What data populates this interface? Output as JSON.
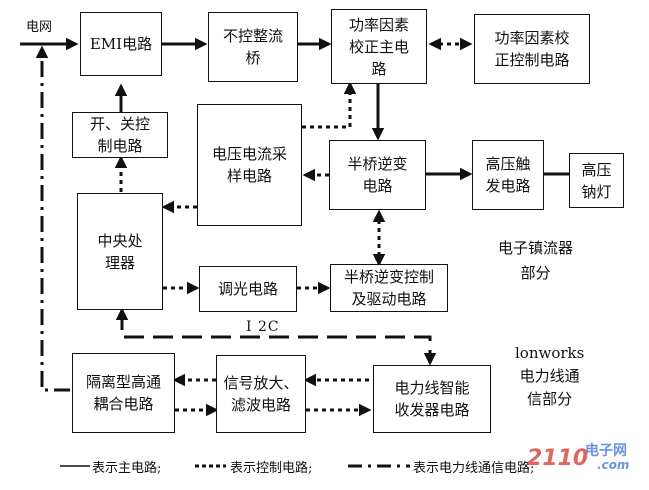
{
  "diagram": {
    "input_label": "电网",
    "blocks": {
      "emi": "EMI电路",
      "rectifier": "不控整流\n桥",
      "pfc_main": "功率因素\n校正主电\n路",
      "pfc_ctrl": "功率因素校\n正控制电路",
      "switch_ctrl": "开、关控\n制电路",
      "vi_sample": "电压电流采\n样电路",
      "half_bridge": "半桥逆变\n电路",
      "hv_trigger": "高压触\n发电路",
      "lamp": "高压\n钠灯",
      "cpu": "中央处\n理器",
      "dimmer": "调光电路",
      "hb_driver": "半桥逆变控制\n及驱动电路",
      "coupler": "隔离型高通\n耦合电路",
      "amp_filter": "信号放大、\n滤波电路",
      "transceiver": "电力线智能\n收发器电路"
    },
    "labels": {
      "ballast": "电子镇流器\n部分",
      "lonworks": "lonworks\n电力线通\n信部分",
      "i2c": "I 2C"
    },
    "legend": {
      "main": "表示主电路;",
      "control": "表示控制电路;",
      "comm": "表示电力线通信电路;"
    },
    "watermark": {
      "brand": "2110",
      "site": "电子网",
      "domain": ".com"
    },
    "colors": {
      "line": "#111111",
      "watermark_red": "#d9342b",
      "watermark_blue": "#3a6fd8"
    }
  }
}
